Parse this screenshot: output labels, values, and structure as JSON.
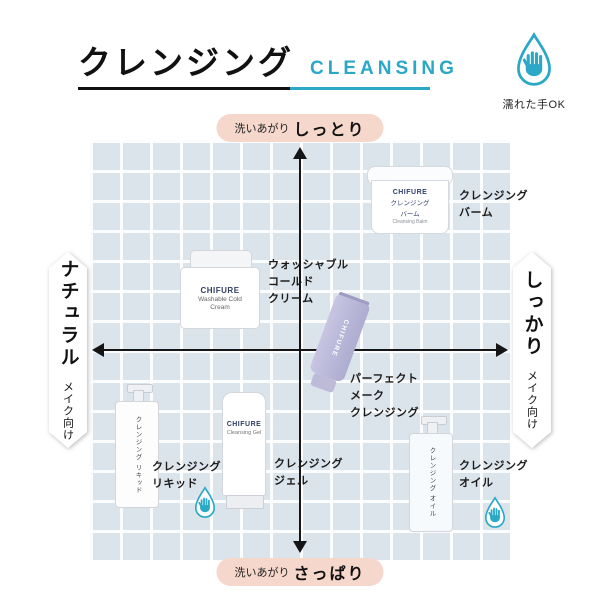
{
  "header": {
    "title_jp": "クレンジング",
    "title_en": "CLEANSING",
    "wet_hands_note": "濡れた手OK"
  },
  "colors": {
    "teal": "#2aa8c6",
    "pink": "#f5d7cb",
    "grid_bg": "#dbe3eb",
    "lavender": "#aeacd0"
  },
  "map": {
    "top_small": "洗いあがり",
    "top_big": "しっとり",
    "bottom_small": "洗いあがり",
    "bottom_big": "さっぱり",
    "left_big": "ナチュラル",
    "left_small": "メイク向け",
    "right_big": "しっかり",
    "right_small": "メイク向け"
  },
  "products": {
    "balm": {
      "pack_brand": "CHIFURE",
      "pack_line1": "クレンジング",
      "pack_line2": "バーム",
      "pack_sub": "Cleansing Balm",
      "label_lines": [
        "クレンジング",
        "バーム"
      ]
    },
    "cold_cream": {
      "pack_brand": "CHIFURE",
      "pack_line1": "Washable Cold",
      "pack_line2": "Cream",
      "label_lines": [
        "ウォッシャブル",
        "コールド",
        "クリーム"
      ]
    },
    "perfect": {
      "pack_brand": "CHIFURE",
      "label_lines": [
        "パーフェクト",
        "メーク",
        "クレンジング"
      ]
    },
    "liquid": {
      "pack_text": "クレンジング リキッド",
      "label_lines": [
        "クレンジング",
        "リキッド"
      ]
    },
    "gel": {
      "pack_brand": "CHIFURE",
      "pack_text": "Cleansing Gel",
      "label_lines": [
        "クレンジング",
        "ジェル"
      ]
    },
    "oil": {
      "pack_text": "クレンジング オイル",
      "label_lines": [
        "クレンジング",
        "オイル"
      ]
    }
  }
}
